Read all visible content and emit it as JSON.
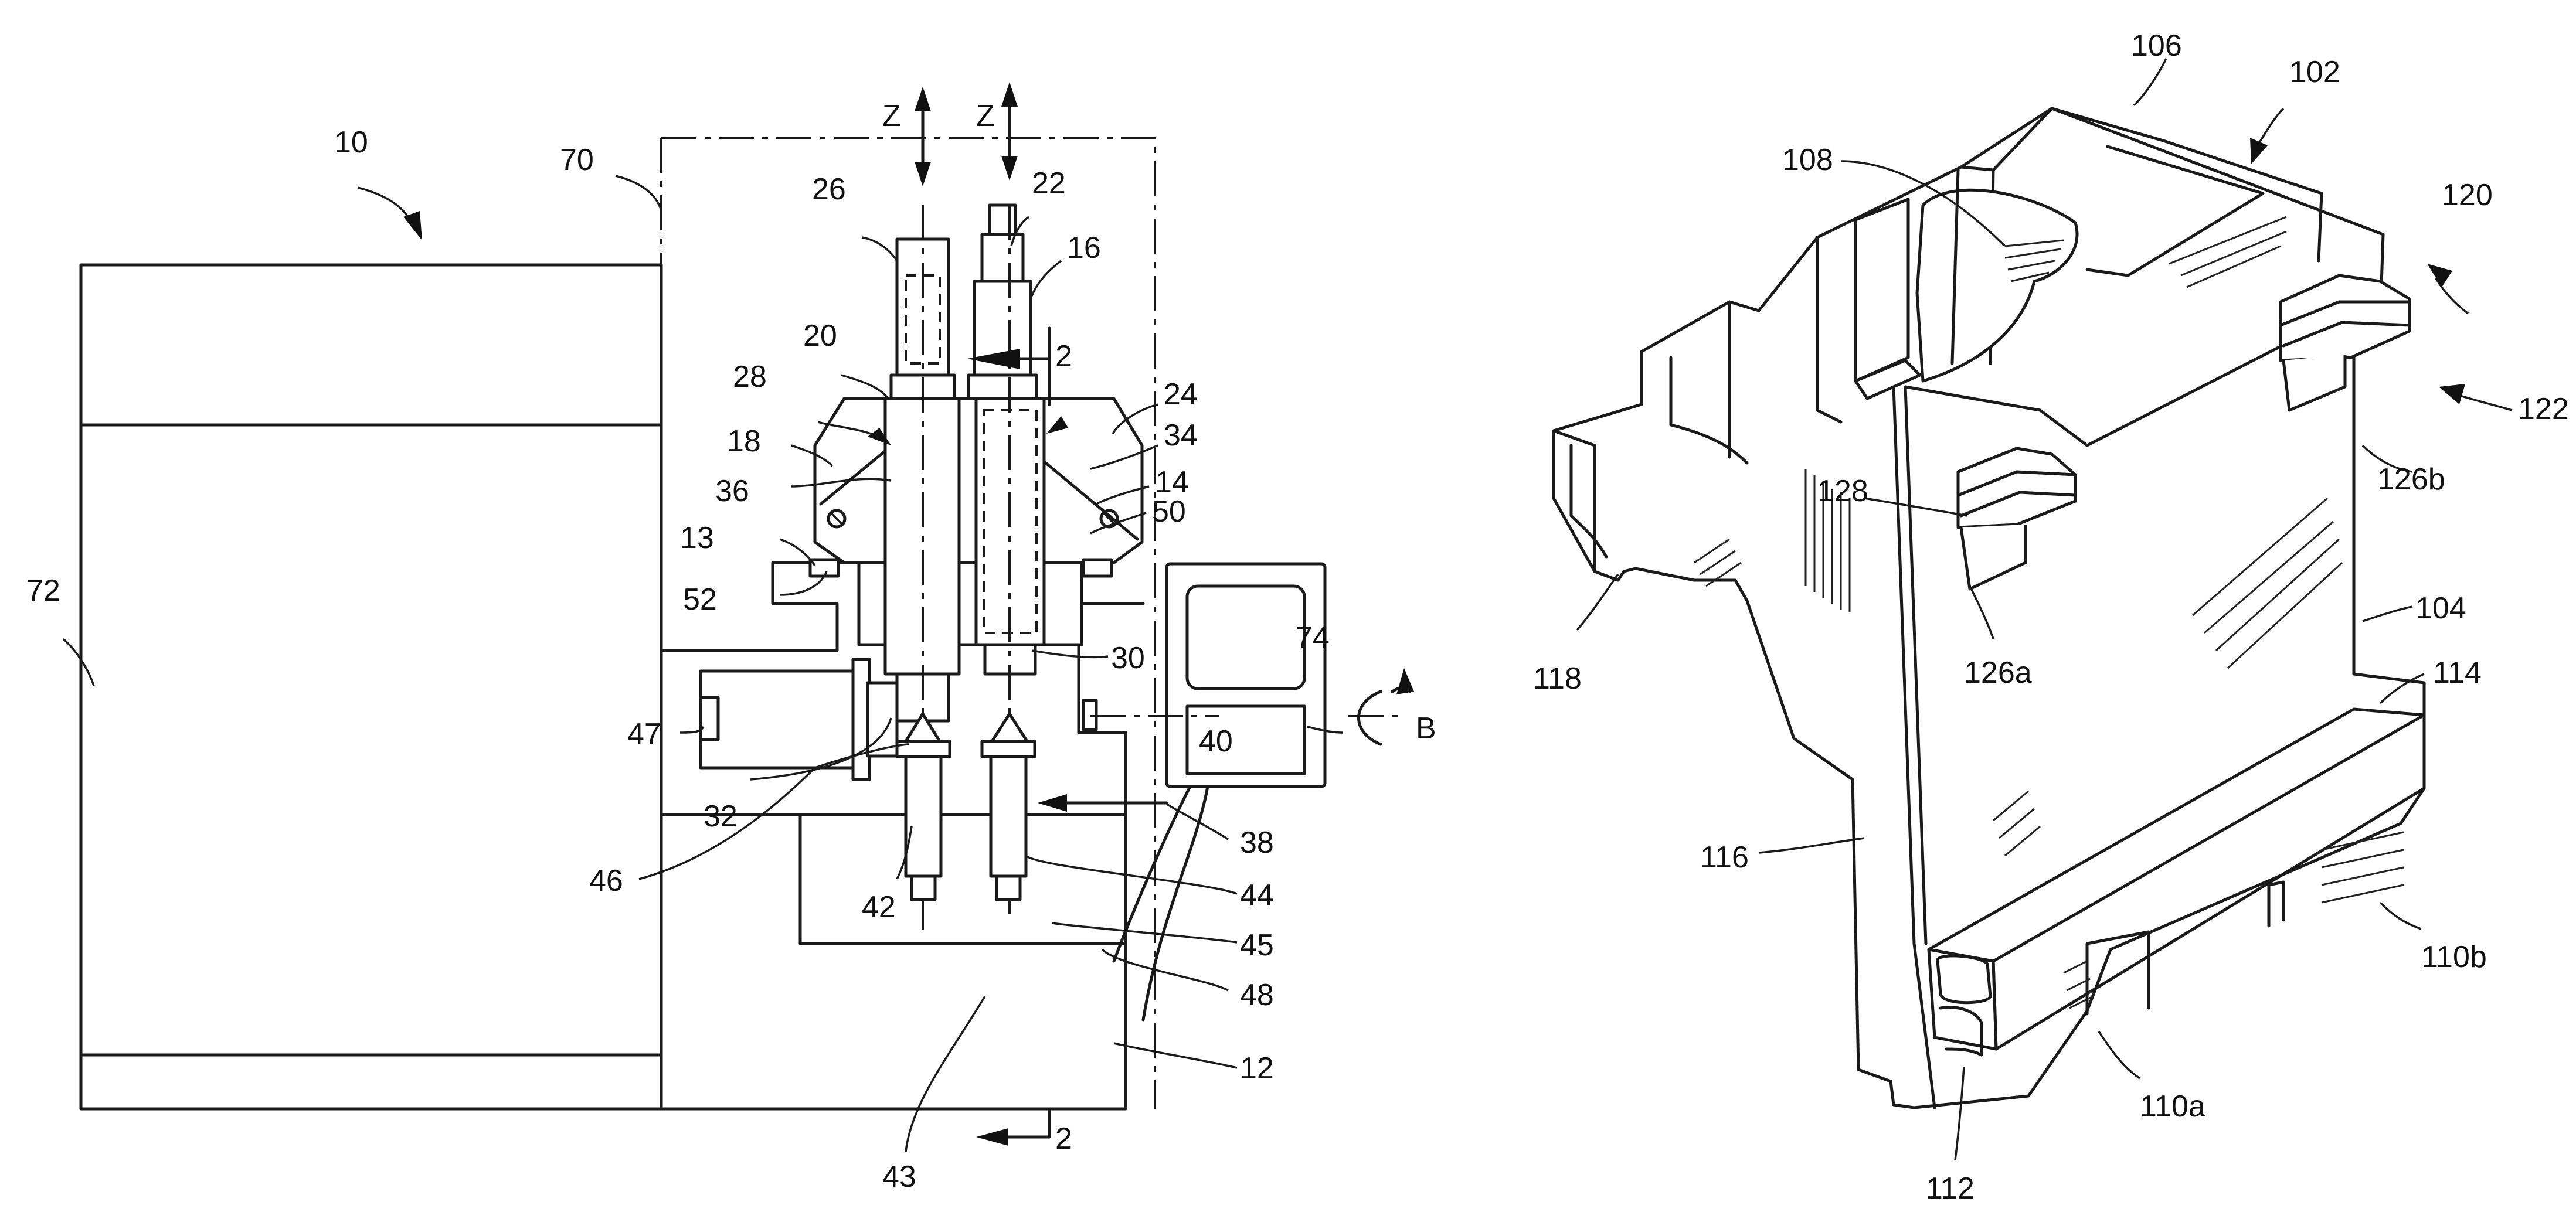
{
  "fig_left": {
    "labels": {
      "l10": "10",
      "l70": "70",
      "l72": "72",
      "lz1": "Z",
      "lz2": "Z",
      "l26": "26",
      "l22": "22",
      "l16": "16",
      "l20": "20",
      "l2a": "2",
      "l24": "24",
      "l28": "28",
      "l34": "34",
      "l18": "18",
      "l14": "14",
      "l36": "36",
      "l50": "50",
      "l13": "13",
      "l52": "52",
      "l74": "74",
      "l30": "30",
      "l47": "47",
      "l40": "40",
      "lB": "B",
      "l32": "32",
      "l38": "38",
      "l46": "46",
      "l42": "42",
      "l44": "44",
      "l45": "45",
      "l48": "48",
      "l12": "12",
      "l43": "43",
      "l2b": "2"
    }
  },
  "fig_right": {
    "labels": {
      "l106": "106",
      "l102": "102",
      "l108": "108",
      "l120": "120",
      "l122": "122",
      "l126b": "126b",
      "l128": "128",
      "l118": "118",
      "l126a": "126a",
      "l104": "104",
      "l114": "114",
      "l116": "116",
      "l110b": "110b",
      "l110a": "110a",
      "l112": "112"
    }
  }
}
